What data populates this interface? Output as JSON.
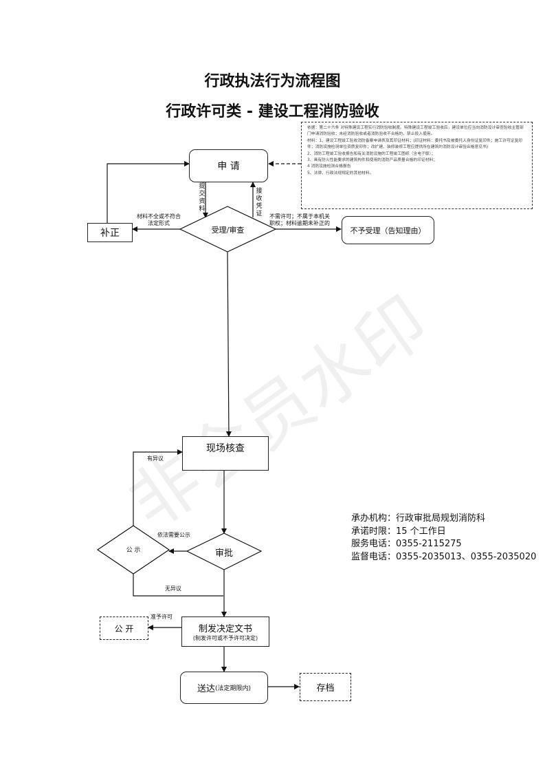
{
  "titles": {
    "main": "行政执法行为流程图",
    "sub": "行政许可类 - 建设工程消防验收"
  },
  "nodes": {
    "apply": "申 请",
    "accept": "受理/审查",
    "correct": "补正",
    "reject": "不予受理（告知理由）",
    "inspect": "现场核查",
    "publicity": "公 示",
    "approve": "审批",
    "public": "公 开",
    "decision_main": "制发决定文书",
    "decision_sub": "(制发许可或不予许可决定)",
    "deliver_main": "送达",
    "deliver_sub": "(法定期限内)",
    "archive": "存档"
  },
  "edge_labels": {
    "submit": "提交资料",
    "receipt": "接收凭证",
    "incomplete_1": "材料不全或不符合",
    "incomplete_2": "法定形式",
    "not_allowed_1": "不需许可；不属于本机关",
    "not_allowed_2": "职权；材料逾期未补正的",
    "objection": "有异议",
    "need_publicity": "依法需要公示",
    "no_objection": "无异议",
    "permit": "准予许可"
  },
  "notes": [
    "依据：第二十六条 对特殊建设工程实行消防验收制度。特殊建设工程竣工验收后，建设单位应当向消防设计审查验收主管部门申请消防验收；未经消防验收或者消防验收不合格的，禁止投入使用。",
    "材料：1、建设工程竣工验收消防备案申请表及其印证材料；(印证材料：委托书及被委托人身份证复印件；施工许可证复印件；消防设施检测单位资质复印件；改扩建、装修装修工程应提供所在建筑的消防设计审验合格意见书)",
    "2、消防工程竣工验收报告和有关消防设施的工程竣工图纸（含电子版）；",
    "3、具有防火性能要求的建筑构件和使用的消防产品质量合格的印证材料；",
    "4 消防设施检测合格报告",
    "5、法律、行政法规规定的其他材料。"
  ],
  "info": {
    "agency_label": "承办机构：",
    "agency": "行政审批局规划消防科",
    "deadline_label": "承诺时限：",
    "deadline": "15 个工作日",
    "service_label": "服务电话：",
    "service": "0355-2115275",
    "supervise_label": "监督电话：",
    "supervise": "0355-2035013、0355-2035020"
  },
  "watermark": "非会员水印"
}
